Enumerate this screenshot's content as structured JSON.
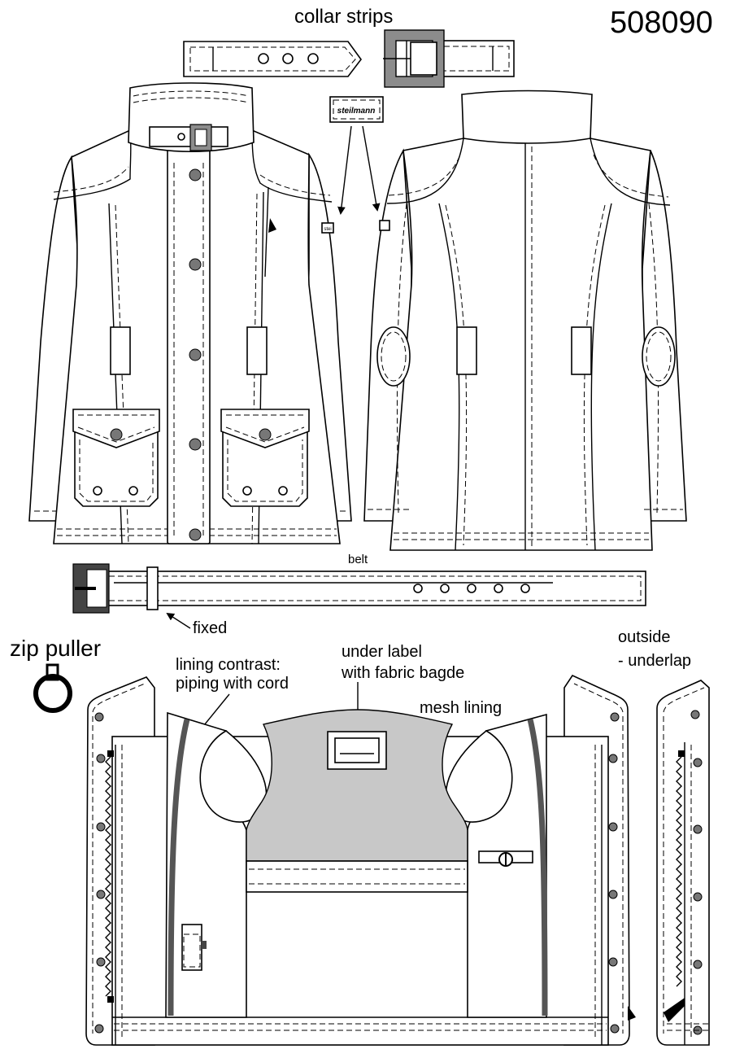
{
  "sheet": {
    "style_number": "508090",
    "labels": {
      "collar_strips": "collar strips",
      "belt": "belt",
      "fixed": "fixed",
      "zip_puller": "zip puller",
      "lining_contrast_1": "lining contrast:",
      "lining_contrast_2": "piping with cord",
      "under_label_1": "under label",
      "under_label_2": "with fabric bagde",
      "mesh_lining": "mesh lining",
      "outside_1": "outside",
      "outside_2": "- underlap"
    },
    "brand_label": "steilmann",
    "brand_label_short": "stei"
  },
  "colors": {
    "outline": "#000000",
    "buckle_gray": "#8c8c8c",
    "buckle_dark": "#444444",
    "button_gray": "#777777",
    "mesh_gray": "#c8c8c8",
    "piping_gray": "#555555"
  }
}
